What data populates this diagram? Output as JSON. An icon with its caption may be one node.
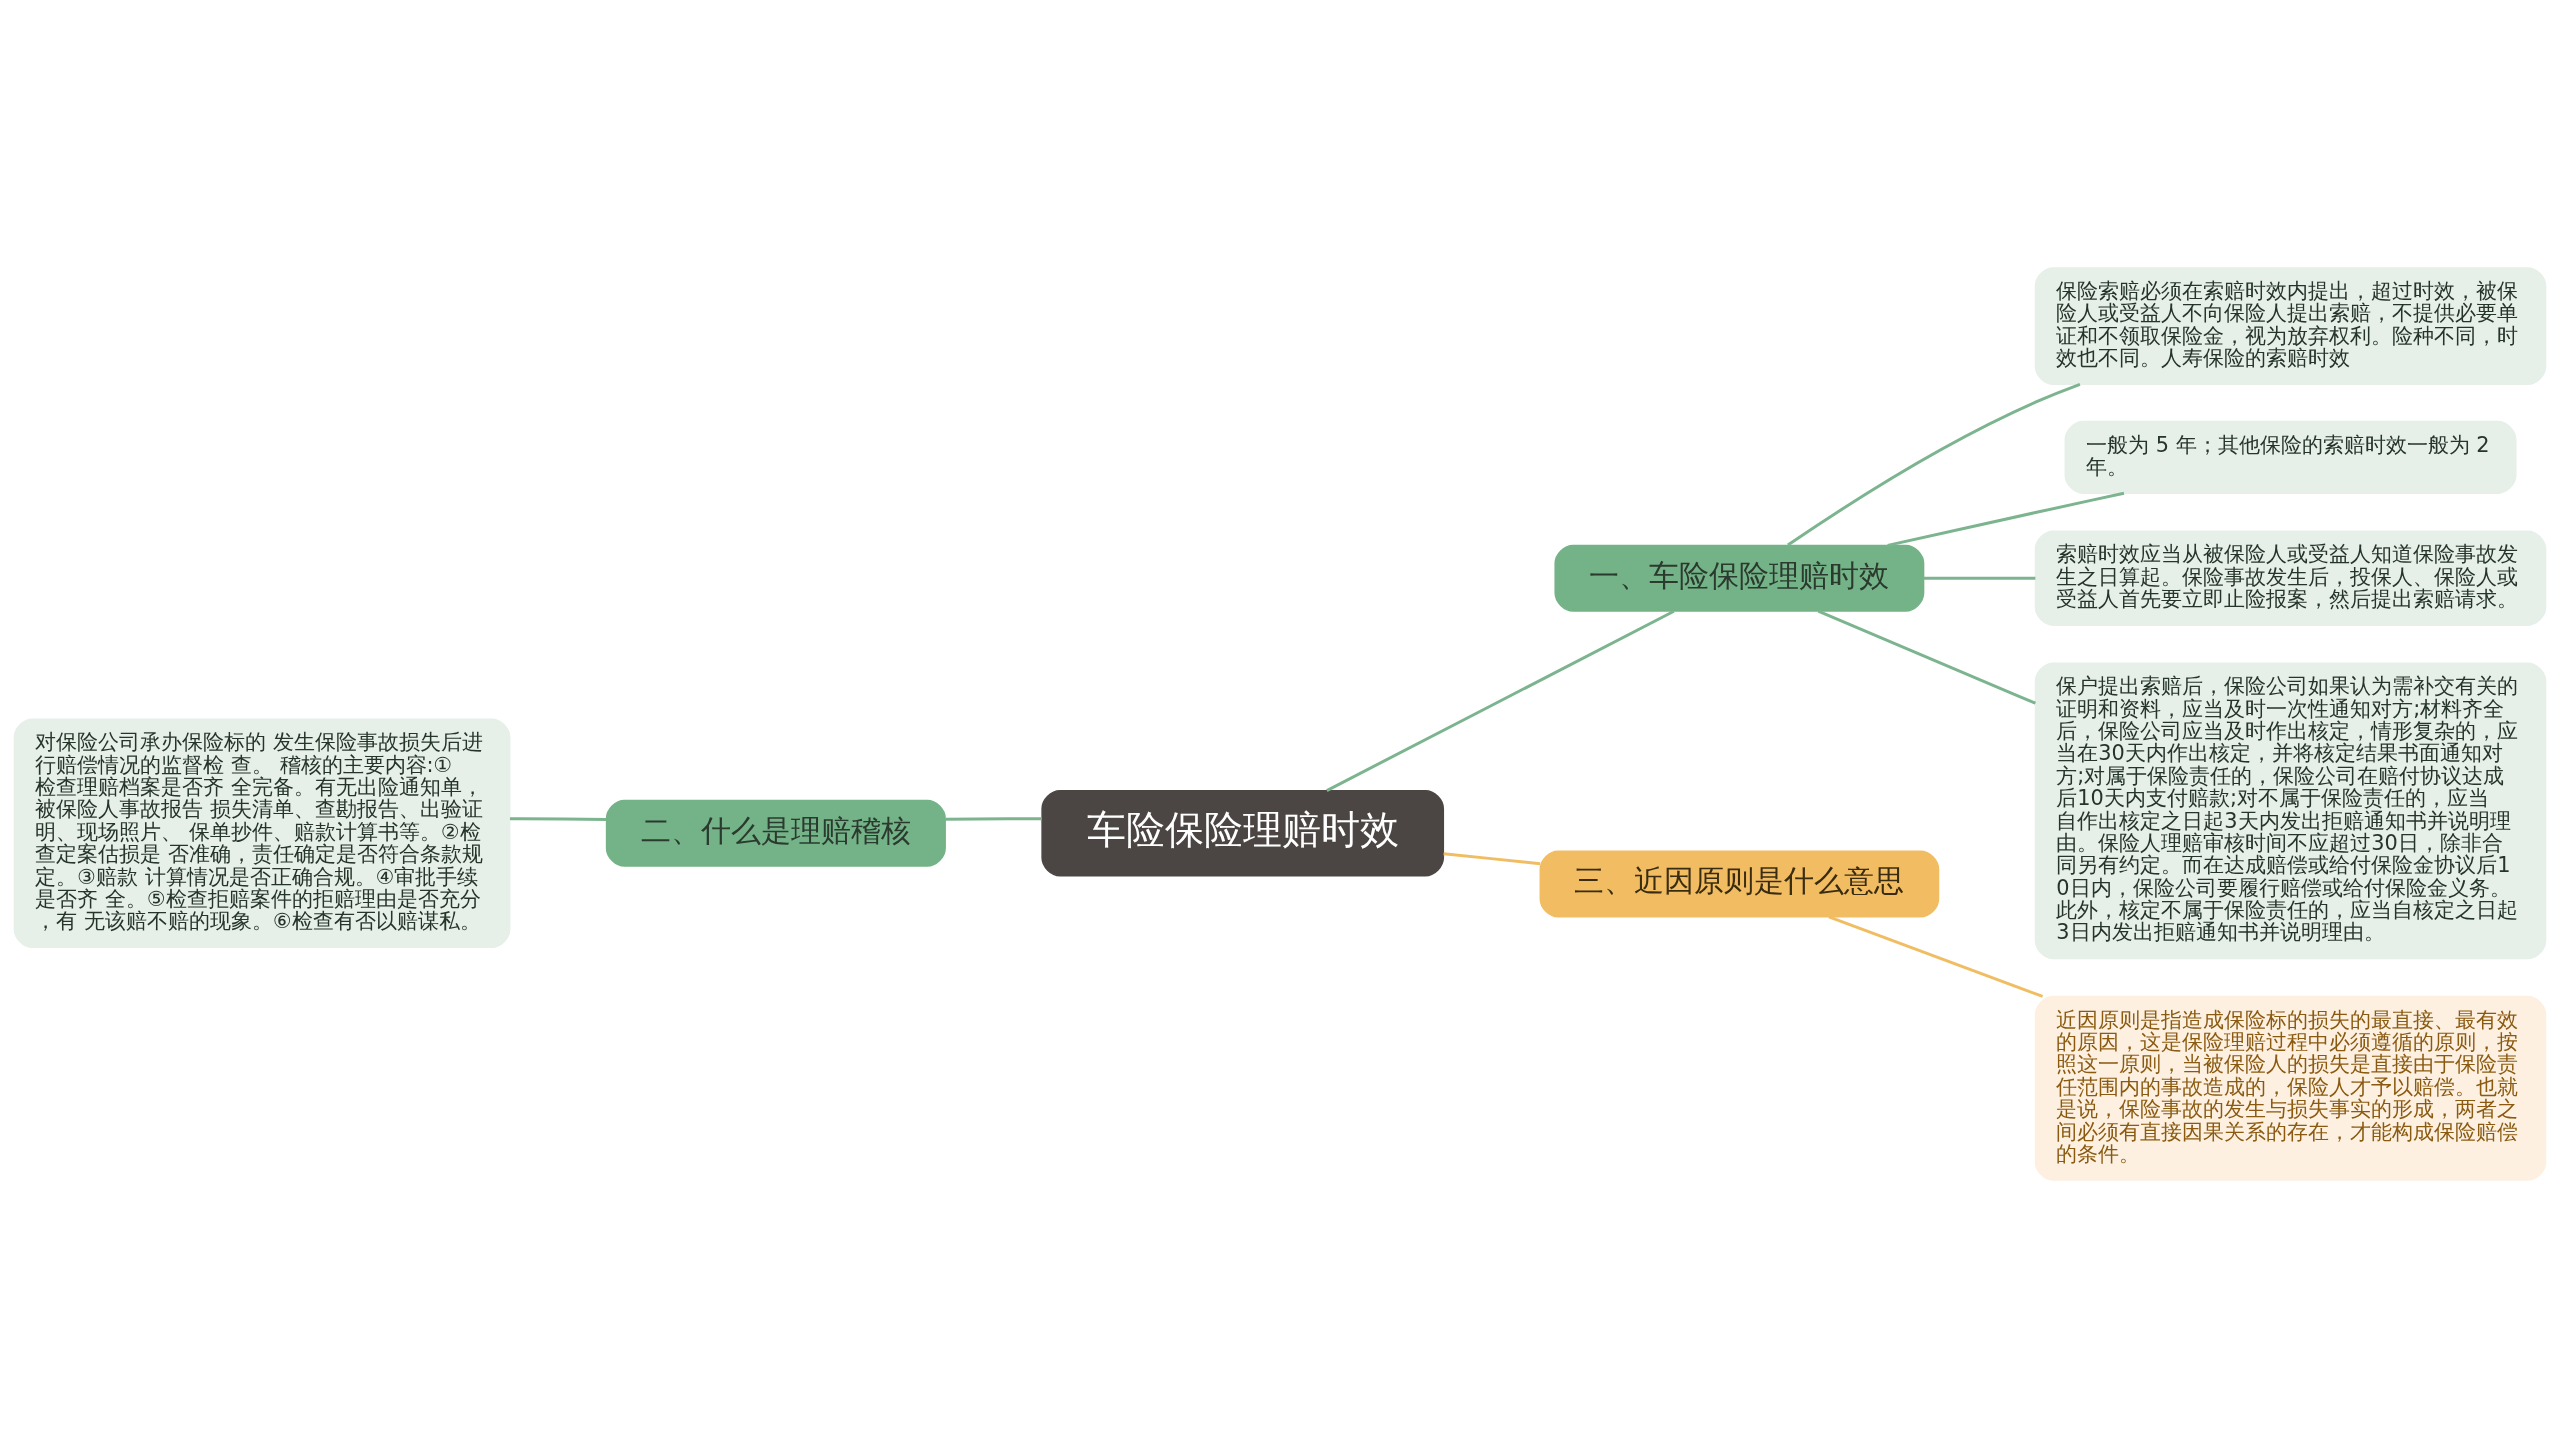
{
  "diagram": {
    "nodes": [
      {
        "text": [
          "车险保险理赔时效"
        ]
      },
      {
        "text": [
          "一、车险保险理赔时效"
        ]
      },
      {
        "text": [
          "保险索赔必须在索赔时效内提出，超过时效，被保险人或受益人不向保险人提出索赔，不提供必要单证和不领取保险金，视为放弃权利。险种不同，时效也不同。人寿保险的索赔时效"
        ]
      },
      {
        "text": [
          "一般为 5 年；其他保险的索赔时效一般为 2 年。"
        ]
      },
      {
        "text": [
          "索赔时效应当从被保险人或受益人知道保险事故发生之日算起。保险事故发生后，投保人、保险人或受益人首先要立即止险报案，然后提出索赔请求。"
        ]
      },
      {
        "text": [
          "保户提出索赔后，保险公司如果认为需补交有关的证明和资料，应当及时一次性通知对方;材料齐全后，保险公司应当及时作出核定，情形复杂的，应当在30天内作出核定，并将核定结果书面通知对方;对属于保险责任的，保险公司在赔付协议达成后10天内支付赔款;对不属于保险责任的，应当自作出核定之日起3天内发出拒赔通知书并说明理由。保险人理赔审核时间不应超过30日，除非合同另有约定。而在达成赔偿或给付保险金协议后10日内，保险公司要履行赔偿或给付保险金义务。此外，核定不属于保险责任的，应当自核定之日起3日内发出拒赔通知书并说明理由。"
        ]
      },
      {
        "text": [
          "二、什么是理赔稽核"
        ]
      },
      {
        "text": [
          "对保险公司承办保险标的 发生保险事故损失后进行赔偿情况的监督检 查。 稽核的主要内容:①检查理赔档案是否齐 全完备。有无出险通知单，被保险人事故报告 损失清单、查勘报告、出验证明、现场照片、 保单抄件、赔款计算书等。②检查定案估损是 否准确，责任确定是否符合条款规定。③赔款 计算情况是否正确合规。④审批手续是否齐 全。⑤检查拒赔案件的拒赔理由是否充分，有 无该赔不赔的现象。⑥检查有否以赔谋私。"
        ]
      },
      {
        "text": [
          "三、近因原则是什么意思"
        ]
      },
      {
        "text": [
          "近因原则是指造成保险标的损失的最直接、最有效的原因，这是保险理赔过程中必须遵循的原则，按照这一原则，当被保险人的损失是直接由于保险责任范围内的事故造成的，保险人才予以赔偿。也就是说，保险事故的发生与损失事实的形成，两者之间必须有直接因果关系的存在，才能构成保险赔偿的条件。"
        ]
      }
    ],
    "edges": [
      {
        "from": 0,
        "to": 1,
        "arrow": "none"
      },
      {
        "from": 1,
        "to": 2,
        "arrow": "none"
      },
      {
        "from": 1,
        "to": 3,
        "arrow": "none"
      },
      {
        "from": 1,
        "to": 4,
        "arrow": "none"
      },
      {
        "from": 1,
        "to": 5,
        "arrow": "none"
      },
      {
        "from": 0,
        "to": 6,
        "arrow": "none"
      },
      {
        "from": 6,
        "to": 7,
        "arrow": "none"
      },
      {
        "from": 0,
        "to": 8,
        "arrow": "none",
        "color": "#f0bd62"
      },
      {
        "from": 8,
        "to": 9,
        "arrow": "none",
        "color": "#f0bd62"
      }
    ]
  }
}
